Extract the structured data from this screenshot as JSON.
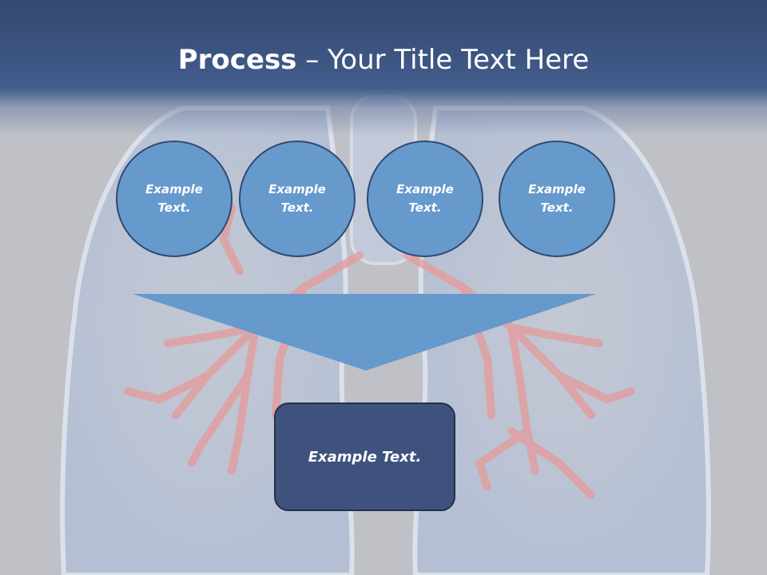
{
  "slide": {
    "title_bold": "Process",
    "title_rest": " – Your Title Text Here",
    "circles": [
      {
        "label": "Example\nText."
      },
      {
        "label": "Example\nText."
      },
      {
        "label": "Example\nText."
      },
      {
        "label": "Example\nText."
      }
    ],
    "result_label": "Example Text."
  },
  "colors": {
    "title_band": "#425c8c",
    "circle_fill": "#6699cc",
    "circle_border": "#2f4a72",
    "funnel_fill": "#6699cc",
    "result_fill": "#3f527e",
    "background": "#bfc1c7"
  }
}
